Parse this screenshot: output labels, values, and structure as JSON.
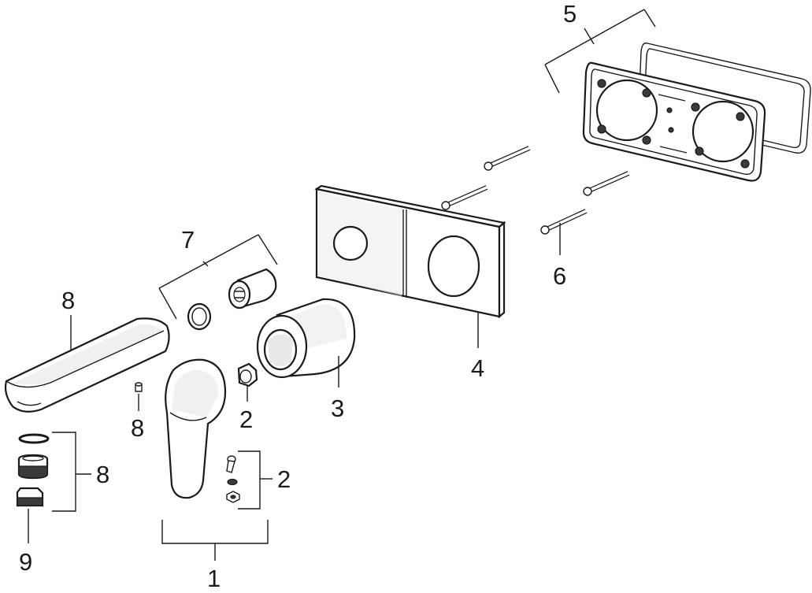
{
  "callouts": {
    "handle": "1",
    "insert_top": "2",
    "screw_set": "2",
    "sleeve": "3",
    "cover_plate": "4",
    "mounting_frame": "5",
    "screws": "6",
    "cartridge_set": "7",
    "spout": "8",
    "spout_screw": "8",
    "aerator_set": "8",
    "aerator_key": "9"
  }
}
